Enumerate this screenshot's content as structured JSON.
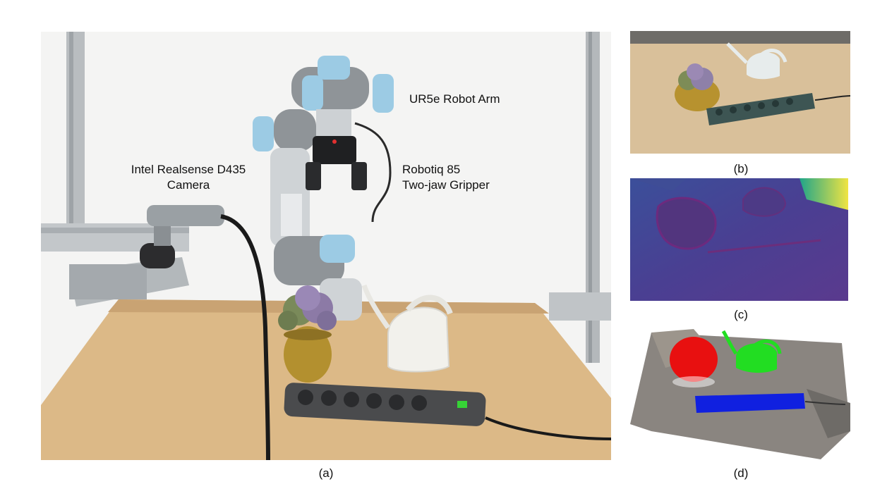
{
  "figure": {
    "panel_a": {
      "caption": "(a)",
      "labels": {
        "camera_line1": "Intel Realsense D435",
        "camera_line2": "Camera",
        "arm": "UR5e Robot Arm",
        "gripper_line1": "Robotiq 85",
        "gripper_line2": "Two-jaw Gripper"
      }
    },
    "panel_b": {
      "caption": "(b)"
    },
    "panel_c": {
      "caption": "(c)"
    },
    "panel_d": {
      "caption": "(d)"
    },
    "segmentation_colors": {
      "plant": "#e81010",
      "watering_can": "#22dd22",
      "power_strip": "#1020e0"
    }
  }
}
